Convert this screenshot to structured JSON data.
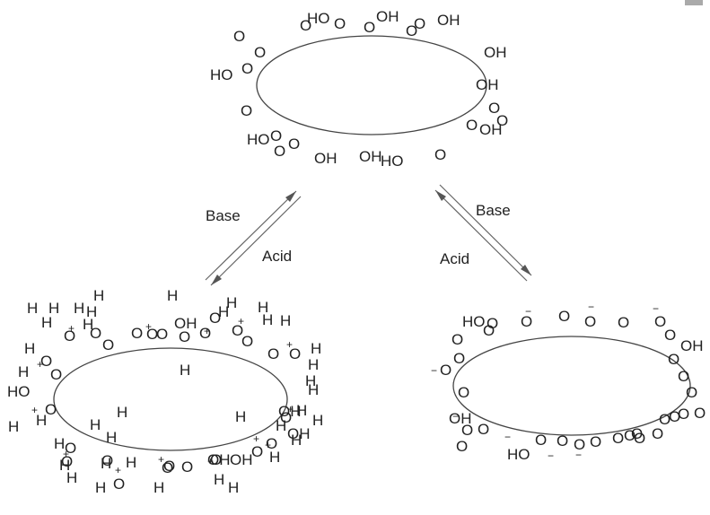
{
  "structures": {
    "neutral": {
      "labels": [
        "HO",
        "O",
        "OH",
        "O",
        "OH",
        "O",
        "O",
        "OH",
        "HO",
        "O",
        "O",
        "OH",
        "O",
        "O",
        "OH",
        "HO",
        "O",
        "O",
        "OH",
        "OH",
        "HO",
        "O",
        "O",
        "O",
        "O",
        "O",
        "O"
      ],
      "ions": []
    },
    "protonated": {
      "labels": [
        "H",
        "H",
        "H",
        "H",
        "H",
        "H",
        "H",
        "H",
        "H",
        "H",
        "H",
        "H",
        "H",
        "H",
        "H",
        "H",
        "H",
        "H",
        "H",
        "H",
        "H",
        "H",
        "H",
        "H",
        "H",
        "H",
        "H",
        "H",
        "HO",
        "H",
        "O",
        "O",
        "O",
        "O",
        "O",
        "O",
        "O",
        "O",
        "O",
        "O",
        "O",
        "O",
        "O",
        "O",
        "O",
        "O",
        "O",
        "O",
        "O",
        "O",
        "O",
        "O",
        "O",
        "O",
        "O",
        "O",
        "O",
        "OH",
        "OH",
        "OH",
        "OH",
        "OH",
        "H",
        "H",
        "H",
        "H",
        "H",
        "H",
        "H",
        "H",
        "H",
        "H",
        "H"
      ],
      "ions": [
        "+",
        "+",
        "+",
        "+",
        "+",
        "+",
        "+",
        "+",
        "+",
        "+",
        "+",
        "+",
        "+",
        "+"
      ]
    },
    "deprotonated": {
      "labels": [
        "HO",
        "O",
        "O",
        "O",
        "O",
        "O",
        "O",
        "O",
        "O",
        "O",
        "O",
        "OH",
        "O",
        "O",
        "O",
        "O",
        "O",
        "O",
        "O",
        "O",
        "O",
        "O",
        "HO",
        "O",
        "O",
        "O",
        "O",
        "O",
        "OH",
        "O",
        "O",
        "O",
        "O",
        "O",
        "O"
      ],
      "ions": [
        "−",
        "−",
        "−",
        "−",
        "−",
        "−",
        "−",
        "−"
      ]
    }
  },
  "arrows": {
    "left": {
      "upper_label": "Base",
      "lower_label": "Acid"
    },
    "right": {
      "upper_label": "Base",
      "lower_label": "Acid"
    }
  }
}
